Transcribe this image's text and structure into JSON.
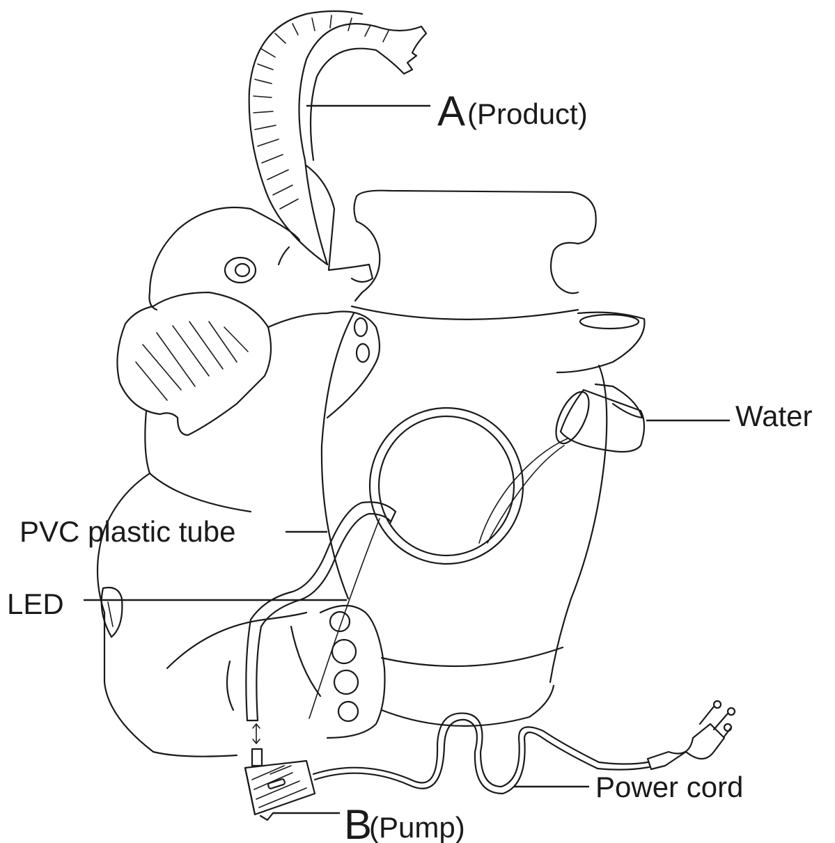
{
  "labels": {
    "product_letter": "A",
    "product_text": "(Product)",
    "water": "Water",
    "pvc_tube": "PVC plastic tube",
    "led": "LED",
    "power_cord": "Power cord",
    "pump_letter": "B",
    "pump_text": "(Pump)"
  },
  "colors": {
    "ink": "#1a1a1a",
    "background": "#ffffff"
  }
}
